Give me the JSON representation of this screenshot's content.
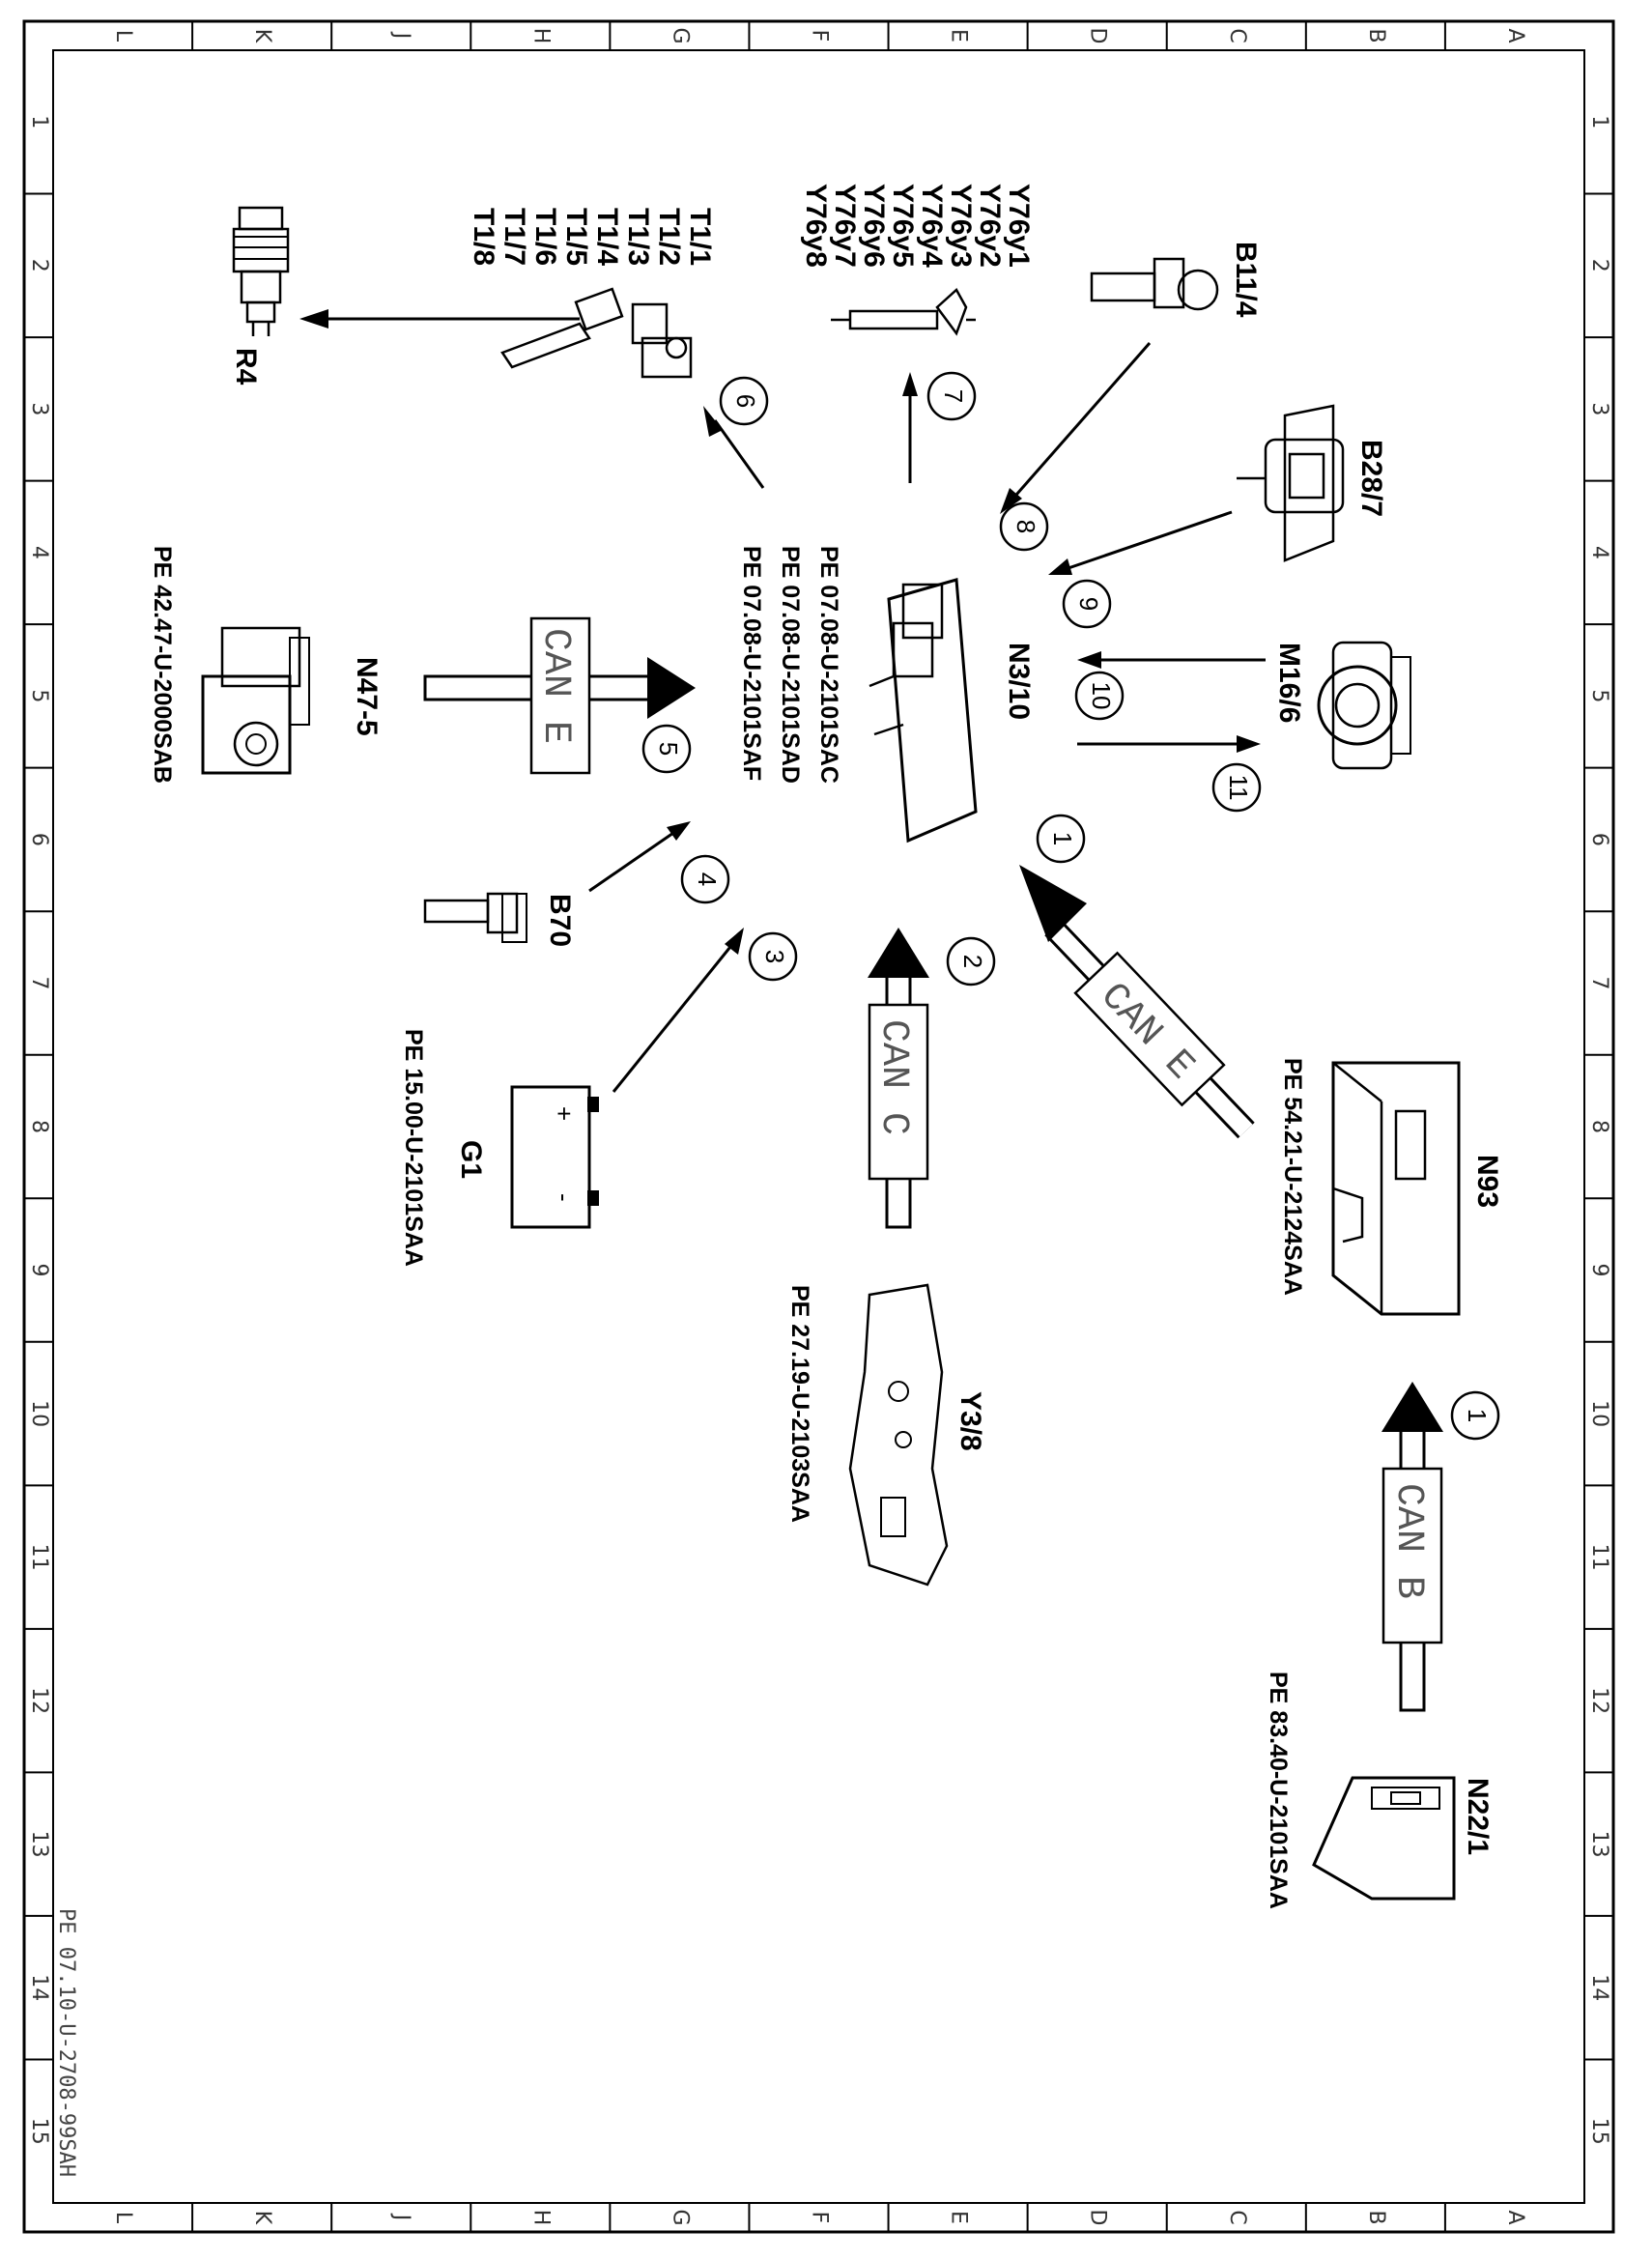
{
  "grid": {
    "letters": [
      "L",
      "K",
      "J",
      "H",
      "G",
      "F",
      "E",
      "D",
      "C",
      "B",
      "A"
    ],
    "numbers": [
      "1",
      "2",
      "3",
      "4",
      "5",
      "6",
      "7",
      "8",
      "9",
      "10",
      "11",
      "12",
      "13",
      "14",
      "15"
    ]
  },
  "components": {
    "r4": "R4",
    "t1": [
      "T1/1",
      "T1/2",
      "T1/3",
      "T1/4",
      "T1/5",
      "T1/6",
      "T1/7",
      "T1/8"
    ],
    "y76": [
      "Y76y1",
      "Y76y2",
      "Y76y3",
      "Y76y4",
      "Y76y5",
      "Y76y6",
      "Y76y7",
      "Y76y8"
    ],
    "b11_4": "B11/4",
    "b28_7": "B28/7",
    "m16_6": "M16/6",
    "n3_10": "N3/10",
    "n47_5": "N47-5",
    "b70": "B70",
    "g1": "G1",
    "n93": "N93",
    "y3_8": "Y3/8",
    "n22_1": "N22/1"
  },
  "references": {
    "n3_10": [
      "PE 07.08-U-2101SAC",
      "PE 07.08-U-2101SAD",
      "PE 07.08-U-2101SAF"
    ],
    "n47_5": "PE 42.47-U-2000SAB",
    "g1": "PE 15.00-U-2101SAA",
    "n93": "PE 54.21-U-2124SAA",
    "y3_8": "PE 27.19-U-2103SAA",
    "n22_1": "PE 83.40-U-2101SAA"
  },
  "buses": {
    "can_e": "CAN E",
    "can_c": "CAN C",
    "can_b": "CAN B"
  },
  "battery": {
    "plus": "+",
    "minus": "-"
  },
  "callouts": [
    "1",
    "2",
    "3",
    "4",
    "5",
    "6",
    "7",
    "8",
    "9",
    "10",
    "11"
  ],
  "document_id": "PE 07.10-U-2708-99SAH"
}
